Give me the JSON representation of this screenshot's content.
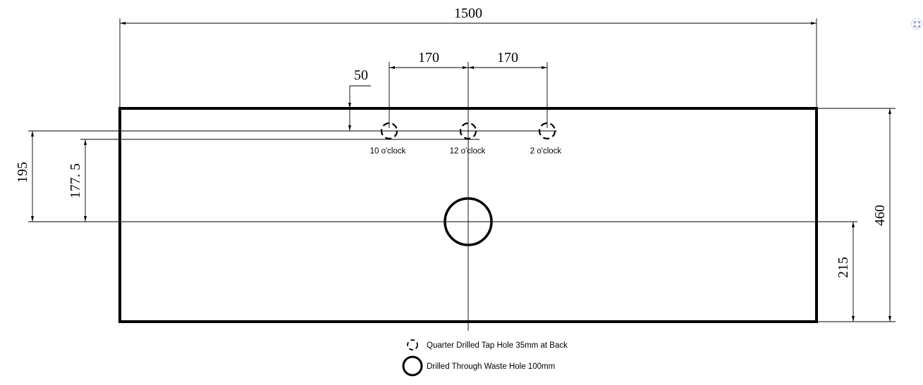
{
  "dimensions": {
    "overall_width": "1500",
    "tap_spacing_left": "170",
    "tap_spacing_right": "170",
    "tap_offset": "50",
    "tap_center_height": "195",
    "tap_secondary_height": "177. 5",
    "overall_depth": "460",
    "waste_center_height": "215"
  },
  "tap_labels": {
    "left": "10 o'clock",
    "center": "12 o'clock",
    "right": "2 o'clock"
  },
  "legend": {
    "tap_hole": "Quarter Drilled Tap Hole 35mm at Back",
    "waste_hole": "Drilled Through Waste Hole 100mm"
  },
  "icons": {
    "expand": "expand-icon"
  }
}
